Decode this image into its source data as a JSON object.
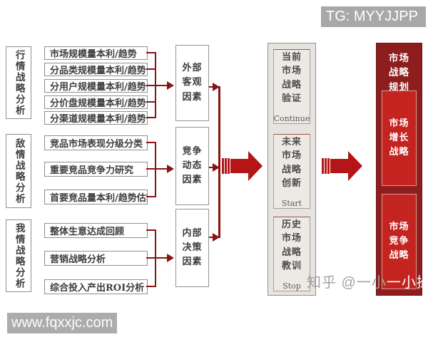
{
  "header": {
    "tag": "TG: MYYJJPP"
  },
  "watermark": {
    "site": "www.fqxxjc.com",
    "zhihu_prefix": "知乎 @一小",
    "zhihu_suffix": "一小撮"
  },
  "groups": [
    {
      "label": "行情战略分析",
      "items": [
        "市场规模量本利/趋势",
        "分品类规模量本利/趋势",
        "分用户规模量本利/趋势",
        "分价盘规模量本利/趋势",
        "分渠道规模量本利/趋势"
      ],
      "factor": "外部客观因素"
    },
    {
      "label": "敌情战略分析",
      "items": [
        "竞品市场表现分级分类",
        "重要竞品竞争力研究",
        "首要竞品量本利/趋势估算"
      ],
      "factor": "竞争动态因素"
    },
    {
      "label": "我情战略分析",
      "items": [
        "整体生意达成回顾",
        "营销战略分析",
        "综合投入产出ROI分析"
      ],
      "factor": "内部决策因素"
    }
  ],
  "middle_column": {
    "boxes": [
      {
        "text": "当前市场战略验证",
        "tag": "Continue"
      },
      {
        "text": "未来市场战略创新",
        "tag": "Start"
      },
      {
        "text": "历史市场战略教训",
        "tag": "Stop"
      }
    ]
  },
  "right_column": {
    "title": "市场战略规划",
    "boxes": [
      {
        "text": "市场增长战略"
      },
      {
        "text": "市场竞争战略"
      }
    ]
  },
  "colors": {
    "accent_red": "#b41517",
    "maroon": "#8e1d1d",
    "bright_red": "#c32420",
    "line_red": "#8a1414",
    "header_gray": "#a8a8a8"
  }
}
